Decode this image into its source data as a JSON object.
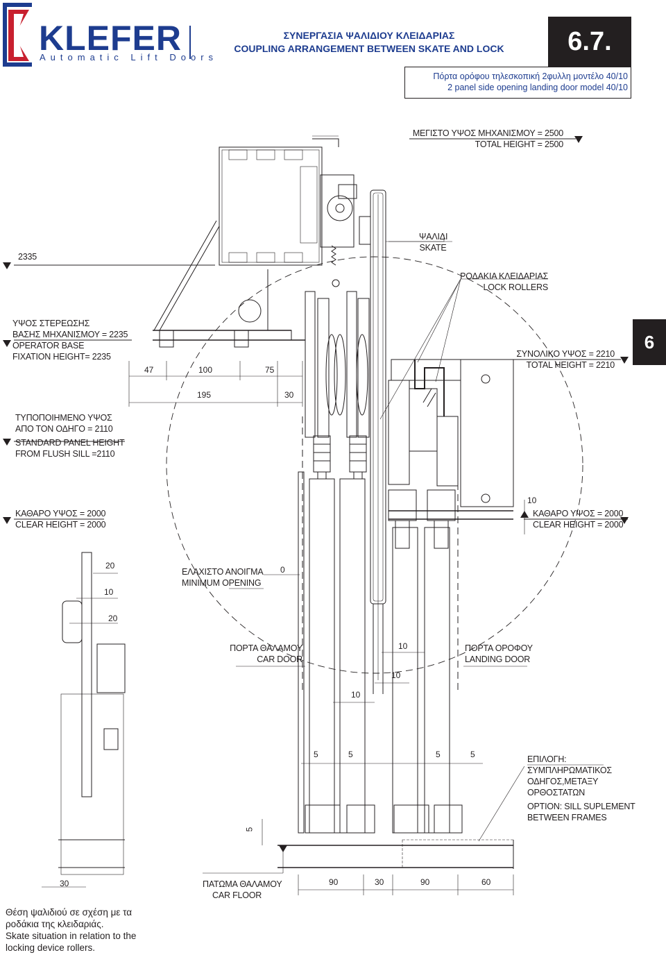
{
  "logo": {
    "brand": "KLEFER",
    "tagline": "Automatic Lift Doors"
  },
  "header": {
    "title_gr": "ΣΥΝΕΡΓΑΣΙΑ ΨΑΛΙΔΙΟΥ ΚΛΕΙΔΑΡΙΑΣ",
    "title_en": "COUPLING ARRANGEMENT BETWEEN SKATE AND LOCK",
    "section": "6.7.",
    "model_gr": "Πόρτα ορόφου τηλεσκοπική 2φυλλη μοντέλο 40/10",
    "model_en": "2 panel side opening landing door model 40/10"
  },
  "tab": "6",
  "labels": {
    "total_height_2500_gr": "ΜΕΓΙΣΤΟ ΥΨΟΣ ΜΗΧΑΝΙΣΜΟΥ = 2500",
    "total_height_2500_en": "TOTAL HEIGHT = 2500",
    "skate_gr": "ΨΑΛΙΔΙ",
    "skate_en": "SKATE",
    "lock_rollers_gr": "ΡΟΔΑΚΙΑ ΚΛΕΙΔΑΡΙΑΣ",
    "lock_rollers_en": "LOCK ROLLERS",
    "level_2335": "2335",
    "fix_gr_1": "ΥΨΟΣ ΣΤΕΡΕΩΣΗΣ",
    "fix_gr_2": "ΒΑΣΗΣ ΜΗΧΑΝΙΣΜΟΥ = 2235",
    "fix_en_1": "OPERATOR BASE",
    "fix_en_2": "FIXATION HEIGHT= 2235",
    "total_height_2210_gr": "ΣΥΝΟΛΙΚΟ ΥΨΟΣ = 2210",
    "total_height_2210_en": "TOTAL HEIGHT = 2210",
    "std_gr_1": "ΤΥΠΟΠΟΙΗΜΕΝΟ ΥΨΟΣ",
    "std_gr_2": "ΑΠΟ ΤΟΝ ΟΔΗΓΟ = 2110",
    "std_en_1": "STANDARD PANEL HEIGHT",
    "std_en_2": "FROM FLUSH SILL =2110",
    "clear_gr": "ΚΑΘΑΡΟ ΥΨΟΣ = 2000",
    "clear_en": "CLEAR HEIGHT = 2000",
    "min_open_gr": "ΕΛΑΧΙΣΤΟ ΑΝΟΙΓΜΑ",
    "min_open_en": "MINIMUM OPENING",
    "car_door_gr": "ΠΟΡΤΑ ΘΑΛΑΜΟΥ",
    "car_door_en": "CAR DOOR",
    "landing_door_gr": "ΠΟΡΤΑ ΟΡΟΦΟΥ",
    "landing_door_en": "LANDING DOOR",
    "option_gr_1": "ΕΠΙΛΟΓΗ:",
    "option_gr_2": "ΣΥΜΠΛΗΡΩΜΑΤΙΚΟΣ",
    "option_gr_3": "ΟΔΗΓΟΣ,ΜΕΤΑΞΥ",
    "option_gr_4": "ΟΡΘΟΣΤΑΤΩΝ",
    "option_en_1": "OPTION: SILL SUPLEMENT",
    "option_en_2": "BETWEEN FRAMES",
    "car_floor_gr": "ΠΑΤΩΜΑ ΘΑΛΑΜΟΥ",
    "car_floor_en": "CAR FLOOR"
  },
  "dims": {
    "d47": "47",
    "d100": "100",
    "d75": "75",
    "d195": "195",
    "d30a": "30",
    "d10_clear": "10",
    "d20a": "20",
    "d10a": "10",
    "d20b": "20",
    "d0": "0",
    "d10b": "10",
    "d10c": "10",
    "d10d": "10",
    "d5a": "5",
    "d5b": "5",
    "d5c": "5",
    "d5d": "5",
    "d5v": "5",
    "d30b": "30",
    "d90a": "90",
    "d30c": "30",
    "d90b": "90",
    "d60": "60"
  },
  "caption": {
    "gr_1": "Θέση ψαλιδιού σε σχέση με τα",
    "gr_2": "ροδάκια της κλειδαριάς.",
    "en_1": "Skate situation in relation to the",
    "en_2": "locking device rollers."
  },
  "colors": {
    "brand_blue": "#1d3c8f",
    "ink": "#231f20"
  }
}
